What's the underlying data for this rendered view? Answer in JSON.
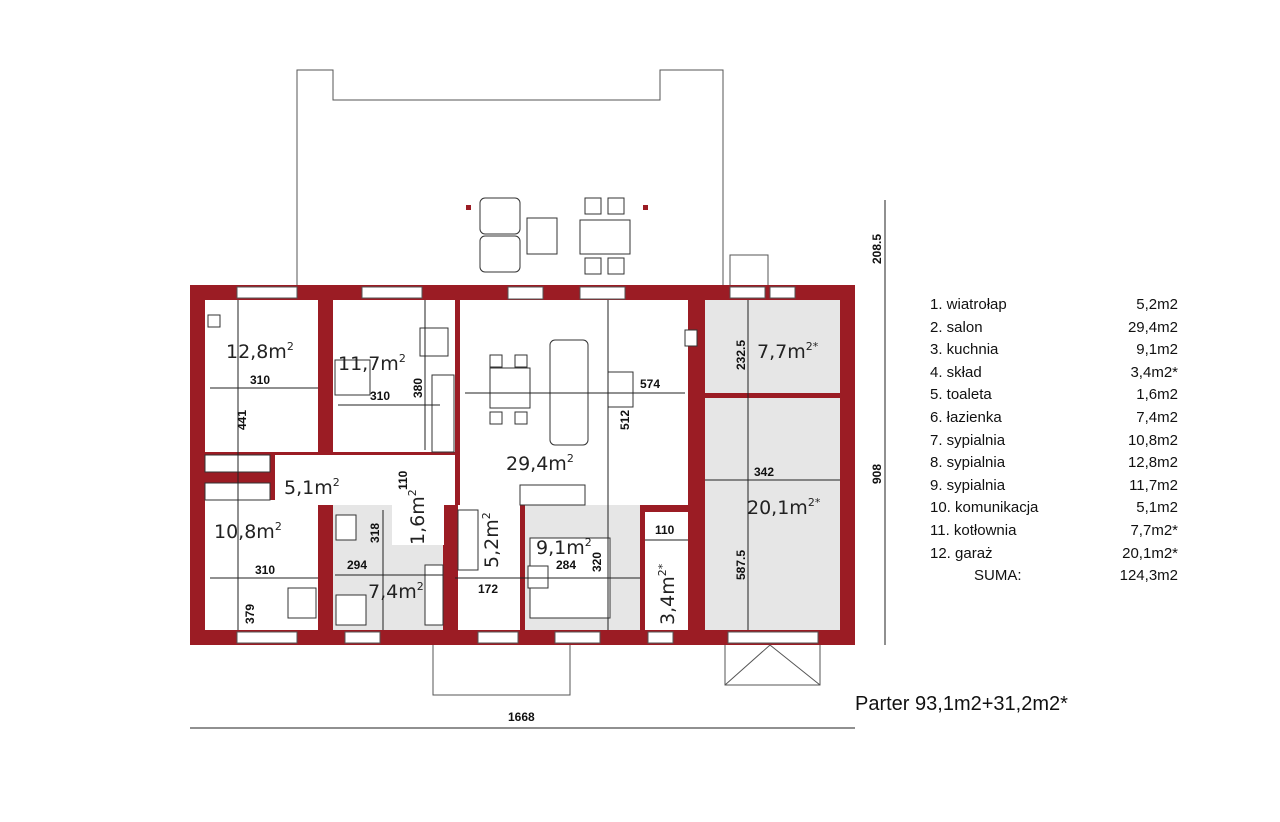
{
  "colors": {
    "wall": "#9b1c24",
    "room": "#ffffff",
    "service_room": "#e6e6e6"
  },
  "rooms": {
    "bedroom_8": {
      "area": "12,8m",
      "sup": "2"
    },
    "bedroom_9": {
      "area": "11,7m",
      "sup": "2"
    },
    "salon": {
      "area": "29,4m",
      "sup": "2"
    },
    "corridor": {
      "area": "5,1m",
      "sup": "2"
    },
    "bedroom_7": {
      "area": "10,8m",
      "sup": "2"
    },
    "bathroom": {
      "area": "7,4m",
      "sup": "2"
    },
    "toilet": {
      "area": "1,6m",
      "sup": "2"
    },
    "vestibule": {
      "area": "5,2m",
      "sup": "2"
    },
    "kitchen": {
      "area": "9,1m",
      "sup": "2"
    },
    "storage": {
      "area": "3,4m",
      "sup": "2*"
    },
    "boiler_room": {
      "area": "7,7m",
      "sup": "2*"
    },
    "garage": {
      "area": "20,1m",
      "sup": "2*"
    }
  },
  "dimensions": {
    "d310a": "310",
    "d310b": "310",
    "d380": "380",
    "d441": "441",
    "d574": "574",
    "d512": "512",
    "d110a": "110",
    "d318": "318",
    "d294": "294",
    "d310c": "310",
    "d379": "379",
    "d172": "172",
    "d284": "284",
    "d320": "320",
    "d110b": "110",
    "d2325": "232.5",
    "d342": "342",
    "d5875": "587.5",
    "total_depth": "908",
    "terrace_depth": "208.5",
    "total_width": "1668"
  },
  "legend": [
    {
      "name": "1. wiatrołap",
      "area": "5,2m2"
    },
    {
      "name": "2. salon",
      "area": "29,4m2"
    },
    {
      "name": "3. kuchnia",
      "area": "9,1m2"
    },
    {
      "name": "4. skład",
      "area": "3,4m2*"
    },
    {
      "name": "5. toaleta",
      "area": "1,6m2"
    },
    {
      "name": "6. łazienka",
      "area": "7,4m2"
    },
    {
      "name": "7. sypialnia",
      "area": "10,8m2"
    },
    {
      "name": "8. sypialnia",
      "area": "12,8m2"
    },
    {
      "name": "9. sypialnia",
      "area": "11,7m2"
    },
    {
      "name": "10. komunikacja",
      "area": "5,1m2"
    },
    {
      "name": "11. kotłownia",
      "area": "7,7m2*"
    },
    {
      "name": "12. garaż",
      "area": "20,1m2*"
    }
  ],
  "legend_sum": {
    "name": "SUMA:",
    "area": "124,3m2"
  },
  "title": "Parter 93,1m2+31,2m2*"
}
